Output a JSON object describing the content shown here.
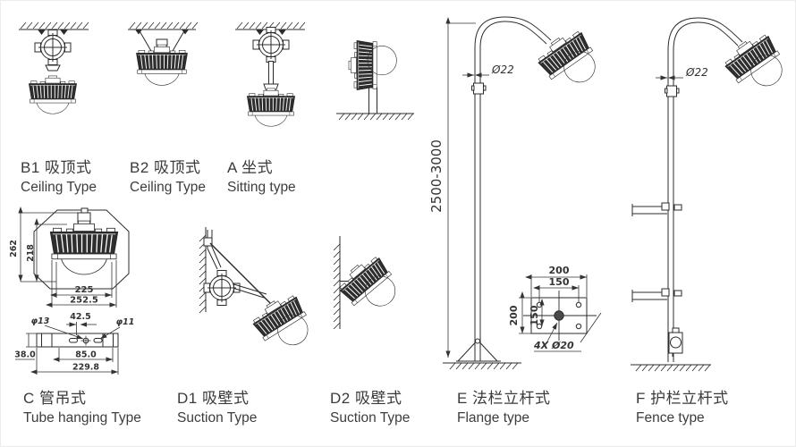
{
  "page": {
    "background": "#ffffff",
    "line_color": "#2b2b2b",
    "text_color": "#3a3a3a"
  },
  "figures": {
    "b1": {
      "code": "B1 吸顶式",
      "name": "Ceiling Type"
    },
    "b2": {
      "code": "B2 吸顶式",
      "name": "Ceiling Type"
    },
    "a": {
      "code": "A 坐式",
      "name": "Sitting type"
    },
    "c": {
      "code": "C 管吊式",
      "name": "Tube hanging Type"
    },
    "d1": {
      "code": "D1 吸壁式",
      "name": "Suction Type"
    },
    "d2": {
      "code": "D2 吸壁式",
      "name": "Suction Type"
    },
    "e": {
      "code": "E 法栏立杆式",
      "name": "Flange type"
    },
    "f": {
      "code": "F 护栏立杆式",
      "name": "Fence type"
    }
  },
  "dimensions": {
    "c_front": {
      "overall_height": "262",
      "lamp_height": "218",
      "lamp_width": "225",
      "overall_width": "252.5"
    },
    "c_plate": {
      "left_hole": "φ13",
      "center_offset": "42.5",
      "right_hole": "φ11",
      "thickness": "38.0",
      "slot_spacing": "85.0",
      "plate_width": "229.8"
    },
    "e_pole": {
      "tube_diameter": "Ø22",
      "pole_height": "2500-3000"
    },
    "e_flange": {
      "plate_width": "200",
      "hole_pitch_w": "150",
      "plate_height": "200",
      "hole_pitch_h": "150",
      "bolt_holes": "4X Ø20"
    },
    "f_pole": {
      "tube_diameter": "Ø22"
    }
  }
}
